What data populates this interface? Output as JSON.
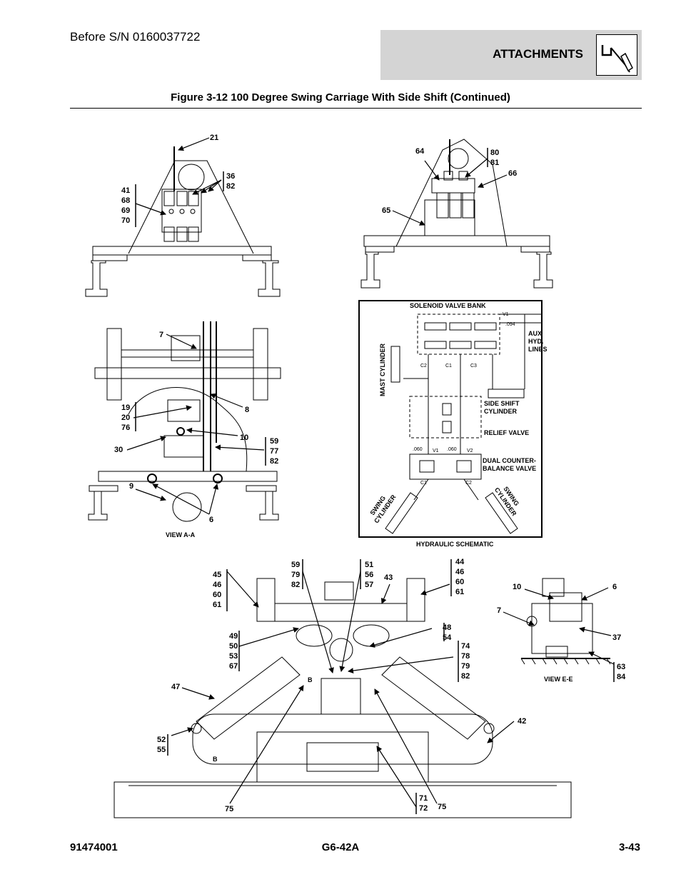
{
  "header": {
    "serial": "Before S/N 0160037722",
    "section": "ATTACHMENTS",
    "section_icon": "forklift-attachment-icon"
  },
  "figure_title": "Figure 3-12 100 Degree Swing Carriage With Side Shift (Continued)",
  "views": {
    "view_aa": "VIEW A-A",
    "schematic": "HYDRAULIC SCHEMATIC",
    "view_ee": "VIEW E-E"
  },
  "schematic": {
    "solenoid_bank": "SOLENOID VALVE BANK",
    "aux": [
      "AUX",
      "HYD.",
      "LINES"
    ],
    "mast_cylinder": "MAST CYLINDER",
    "side_shift": [
      "SIDE SHIFT",
      "CYLINDER"
    ],
    "relief_valve": "RELIEF VALVE",
    "dual_counter": [
      "DUAL COUNTER-",
      "BALANCE VALVE"
    ],
    "swing_left": [
      "SWING",
      "CYLINDER"
    ],
    "swing_right": [
      "SWING",
      "CYLINDER"
    ],
    "v1_top": "V1",
    "orifice_094": ".094",
    "c2": "C2",
    "c1": "C1",
    "c3": "C3",
    "orifice_060_a": ".060",
    "orifice_060_b": ".060",
    "v1": "V1",
    "v2": "V2",
    "c1_bottom": "C1",
    "c2_bottom": "C2"
  },
  "callouts": {
    "c21": "21",
    "c36": [
      "36",
      "82"
    ],
    "c41": [
      "41",
      "68",
      "69",
      "70"
    ],
    "c64": "64",
    "c80": [
      "80",
      "81"
    ],
    "c66": "66",
    "c65": "65",
    "aa7": "7",
    "aa8": "8",
    "aa19": [
      "19",
      "20",
      "76"
    ],
    "aa10": "10",
    "aa59": [
      "59",
      "77",
      "82"
    ],
    "aa30": "30",
    "aa9": "9",
    "aa6": "6",
    "b59": [
      "59",
      "79",
      "82"
    ],
    "b51": [
      "51",
      "56",
      "57"
    ],
    "b44": [
      "44",
      "46",
      "60",
      "61"
    ],
    "b45": [
      "45",
      "46",
      "60",
      "61"
    ],
    "b43": "43",
    "b48": [
      "48",
      "54"
    ],
    "b49": [
      "49",
      "50",
      "53",
      "67"
    ],
    "b74": [
      "74",
      "78",
      "79",
      "82"
    ],
    "b47": "47",
    "b42": "42",
    "b52": [
      "52",
      "55"
    ],
    "b75a": "75",
    "b71": [
      "71",
      "72"
    ],
    "b75b": "75",
    "bB1": "B",
    "bB2": "B",
    "e10": "10",
    "e6": "6",
    "e7": "7",
    "e37": "37",
    "e63": [
      "63",
      "84"
    ]
  },
  "footer": {
    "doc_number": "91474001",
    "model": "G6-42A",
    "page": "3-43"
  }
}
